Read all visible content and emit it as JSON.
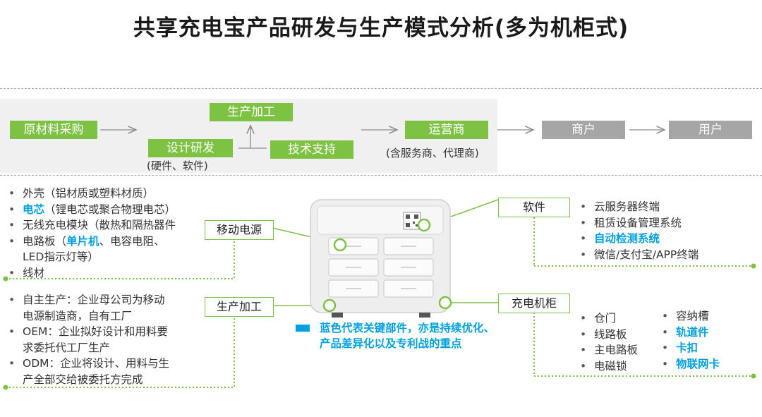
{
  "title": "共享充电宝产品研发与生产模式分析(多为机柜式)",
  "flow": {
    "raw_materials": "原材料采购",
    "design": "设计研发",
    "design_sub": "(硬件、软件)",
    "production": "生产加工",
    "tech_support": "技术支持",
    "operator": "运营商",
    "operator_sub": "(含服务商、代理商)",
    "merchant": "商户",
    "user": "用户"
  },
  "left_top": {
    "label": "移动电源",
    "items": [
      {
        "text": "外壳（铝材质或塑料材质）"
      },
      {
        "key": "电芯",
        "text": "（锂电芯或聚合物理电芯）"
      },
      {
        "text": "无线充电模块（散热和隔热器件"
      },
      {
        "prefix": "电路板（",
        "key": "单片机",
        "text": "、电容电阻、"
      },
      {
        "cont": "LED指示灯等）"
      },
      {
        "text": "线材"
      }
    ]
  },
  "left_bottom": {
    "label": "生产加工",
    "items": [
      {
        "text": "自主生产：企业母公司为移动"
      },
      {
        "cont": "电源制造商，自有工厂"
      },
      {
        "text": "OEM：企业拟好设计和用料要"
      },
      {
        "cont": "求委托代工厂生产"
      },
      {
        "text": "ODM：企业将设计、用料与生"
      },
      {
        "cont": "产全部交给被委托方完成"
      }
    ]
  },
  "right_top": {
    "label": "软件",
    "items": [
      {
        "text": "云服务器终端"
      },
      {
        "text": "租赁设备管理系统"
      },
      {
        "key": "自动检测系统"
      },
      {
        "text": "微信/支付宝/APP终端"
      }
    ]
  },
  "right_bottom": {
    "label": "充电机柜",
    "col1": [
      "仓门",
      "线路板",
      "主电路板",
      "电磁锁"
    ],
    "col2": [
      {
        "text": "容纳槽"
      },
      {
        "key": "轨道件"
      },
      {
        "key": "卡扣"
      },
      {
        "key": "物联网卡"
      }
    ]
  },
  "legend": "蓝色代表关键部件，亦是持续优化、产品差异化以及专利战的重点",
  "colors": {
    "green": "#7dc243",
    "blue": "#00a0e0",
    "gray": "#a6a6a6"
  }
}
